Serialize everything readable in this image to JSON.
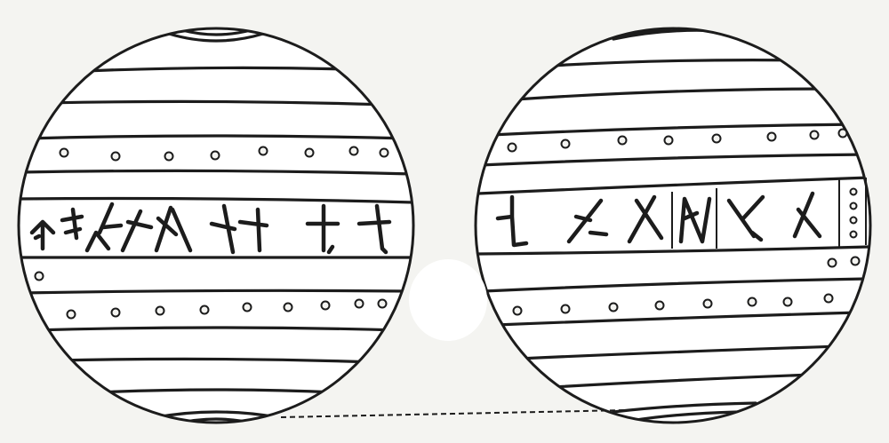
{
  "figure": {
    "subject": "two-views-of-engraved-spherical-object",
    "views": [
      {
        "name": "left-view",
        "bands": 9,
        "inscription_glyphs": 8,
        "dot_rows": 3
      },
      {
        "name": "right-view",
        "bands": 9,
        "inscription_glyphs": 6,
        "dot_rows": 3,
        "has_end_panel": true
      }
    ],
    "connector": "dashed-line"
  },
  "colors": {
    "background": "#f4f4f1",
    "ink": "#1c1c1c",
    "paper": "#ffffff"
  }
}
